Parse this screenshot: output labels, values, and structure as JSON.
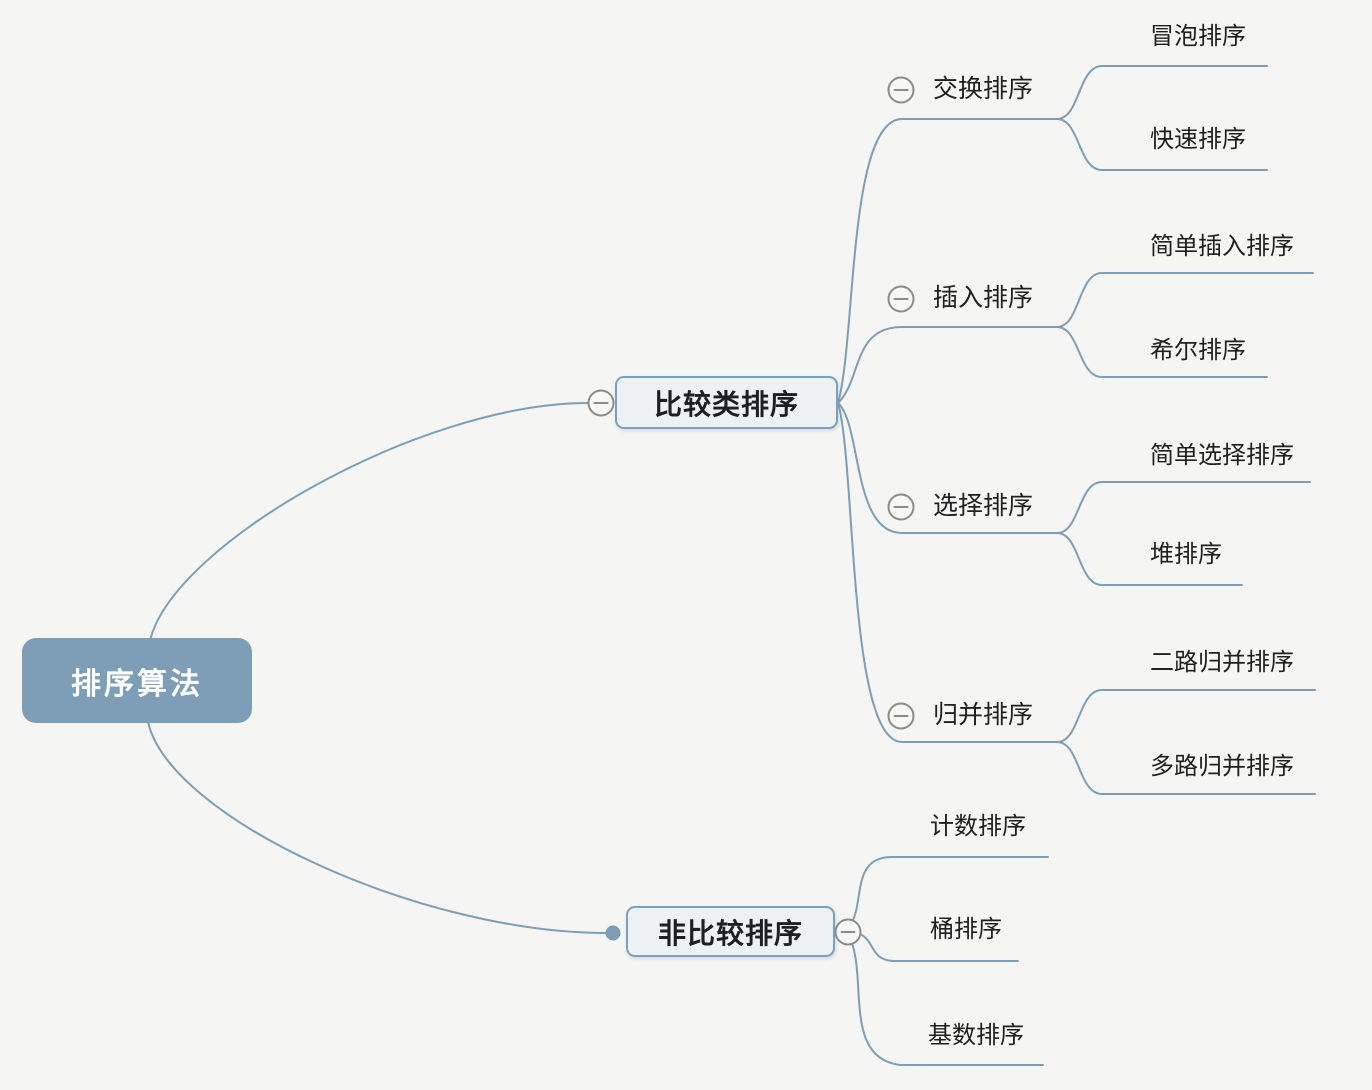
{
  "app": {
    "type": "mind-map",
    "topic": "sorting algorithms"
  },
  "colors": {
    "background": "#f5f5f3",
    "edge": "#7f9eb6",
    "root_fill": "#7e9db6",
    "root_text": "#ffffff",
    "branch_fill": "#eef1f4",
    "branch_border": "#7ba0bf",
    "collapse_icon": "#8b8b8b",
    "text": "#1f1f1f"
  },
  "root": {
    "label": "排序算法"
  },
  "branches": [
    {
      "label": "比较类排序",
      "children": [
        {
          "label": "交换排序",
          "children": [
            {
              "label": "冒泡排序"
            },
            {
              "label": "快速排序"
            }
          ]
        },
        {
          "label": "插入排序",
          "children": [
            {
              "label": "简单插入排序"
            },
            {
              "label": "希尔排序"
            }
          ]
        },
        {
          "label": "选择排序",
          "children": [
            {
              "label": "简单选择排序"
            },
            {
              "label": "堆排序"
            }
          ]
        },
        {
          "label": "归并排序",
          "children": [
            {
              "label": "二路归并排序"
            },
            {
              "label": "多路归并排序"
            }
          ]
        }
      ]
    },
    {
      "label": "非比较排序",
      "children": [
        {
          "label": "计数排序"
        },
        {
          "label": "桶排序"
        },
        {
          "label": "基数排序"
        }
      ]
    }
  ]
}
